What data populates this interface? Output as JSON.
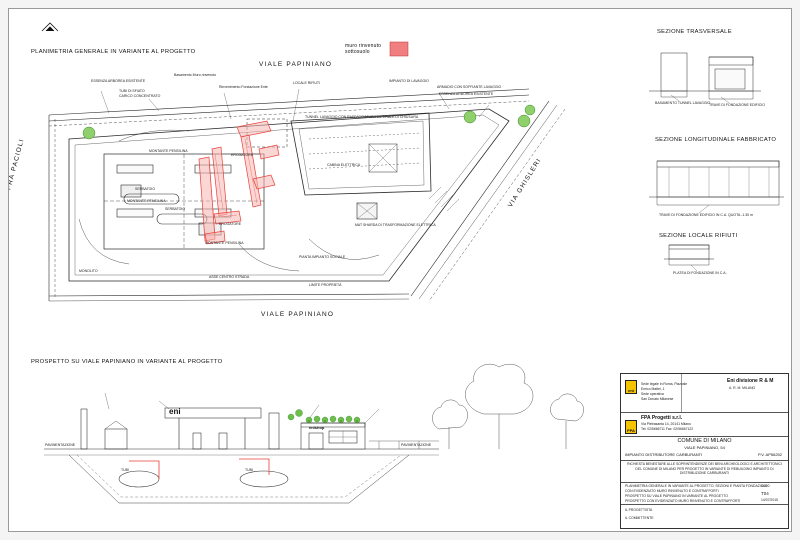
{
  "plan": {
    "title": "PLANIMETRIA GENERALE IN VARIANTE AL PROGETTO",
    "legend_label": "muro rinvenuto sottosuolo",
    "legend_color": "#f08080",
    "streets": {
      "top": "VIALE PAPINIANO",
      "bottom": "VIALE PAPINIANO",
      "left": "VIA FRA PACIOLI",
      "right": "VIA GHISLERI"
    },
    "annotations": [
      "ESSENZA ARBOREA ESISTENTE",
      "TUBI DI SFIATO",
      "CARICO CONCENTRATO",
      "Basamento Muro rinvenuto",
      "Rinvenimento Fondazione Ente",
      "LOCALE RIFIUTI",
      "IMPIANTO DI LAVAGGIO",
      "ARMADIO CON SOFFIANTE LAVAGGIO",
      "ESSENZA ARBOREA ESISTENTE",
      "TUNNEL LAVAGGIO CON RAFFACCIATURA LATERALE DI CHIUSURA",
      "MONTANTE PENSILINA",
      "MONTANTE PENSILINA",
      "MONTANTE PENSILINA",
      "EROGATORE",
      "EROGATORE",
      "CABINA ELETTRICA",
      "MAT SHARDA DI TRASFORMAZIONE ELETTRICA",
      "SERBATOIO",
      "SERBATOIO",
      "PIANTA IMPIANTO SOCIALE",
      "ASSE CENTRO STRADA",
      "MONOLITO",
      "LIMITE PROPRIETÀ"
    ]
  },
  "sections": {
    "transversal_title": "SEZIONE TRASVERSALE",
    "longitudinal_title": "SEZIONE LONGITUDINALE FABBRICATO",
    "local_title": "SEZIONE LOCALE RIFIUTI",
    "transversal_notes": [
      "BASAMENTO TUNNEL LAVAGGIO",
      "TRAVE DI FONDAZIONE EDIFICIO"
    ],
    "longitudinal_notes": [
      "TRAVE DI FONDAZIONE EDIFICIO IN C.A. QUOTA -1.30 m"
    ],
    "local_notes": [
      "PLATEA DI FONDAZIONE IN C.A."
    ]
  },
  "elevation": {
    "title": "PROSPETTO SU VIALE PAPINIANO IN VARIANTE AL PROGETTO",
    "brand": "eni",
    "shop": "enishop",
    "ground_left": "PAVIMENTAZIONE",
    "ground_right": "PAVIMENTAZIONE",
    "tank_labels": [
      "TUBI",
      "TUBI"
    ]
  },
  "title_block": {
    "company": "Eni divisione R & M",
    "designer": "FPA Progetti s.r.l.",
    "city": "COMUNE DI MILANO",
    "address": "VIALE PAPINIANO, 54",
    "facility": "IMPIANTO DISTRIBUTORE CARBURANTI",
    "pv": "P.V. AP56252",
    "request": "RICHIESTA BENESTARE ALLE SOPRINTENDENZE DEI BENI ARCHEOLOGICI E ARCHITETTONICI DEL COMUNE DI MILANO PER PROGETTO IN VARIANTE DI REBUILDING IMPIANTO DI DISTRIBUZIONE CARBURANTI",
    "content_lines": [
      "PLANIMETRIA GENERALE IN VARIANTE AL PROGETTO, SEZIONI E PIANTA FONDAZIONI",
      "CON EVIDENZIATO MURO RINVENUTO E CONTRAFFORTI",
      "PROSPETTO SU VIALE PAPINIANO IN VARIANTE AL PROGETTO",
      "PROSPETTO CON EVIDENZIATO MURO RINVENUTO E CONTRAFFORTI"
    ],
    "scale": "1:200",
    "sheet": "T04",
    "date": "14/07/2015"
  },
  "colors": {
    "line": "#2a2a2a",
    "wall": "#e8403a",
    "wall_fill": "#f6b4b0",
    "tree": "#6cbf4a",
    "logo": "#f5c400"
  }
}
